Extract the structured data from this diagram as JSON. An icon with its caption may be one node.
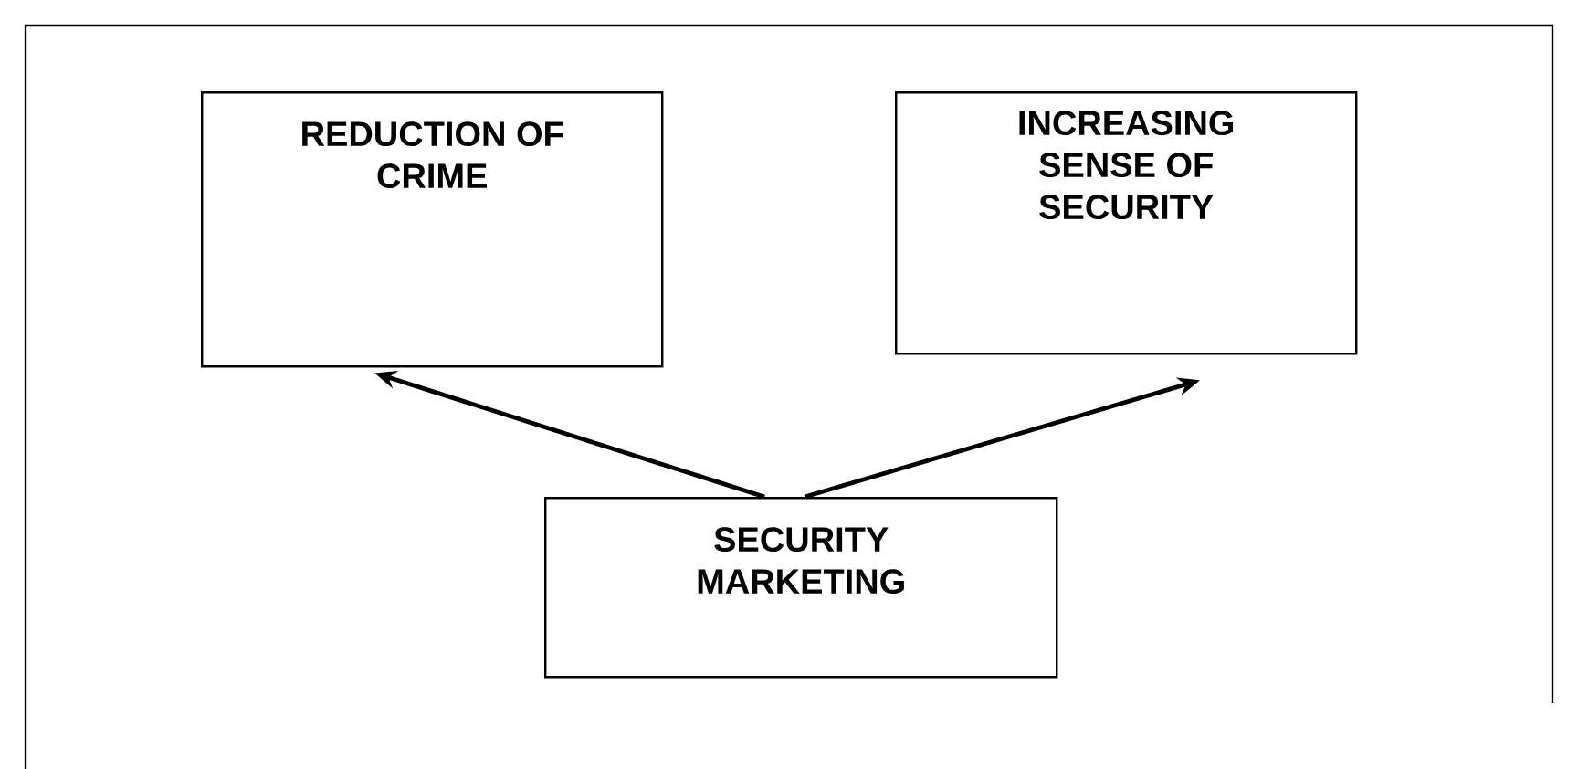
{
  "diagram": {
    "nodes": [
      {
        "text": [
          "REDUCTION OF CRIME"
        ]
      },
      {
        "text": [
          "INCREASING SENSE OF SECURITY"
        ]
      },
      {
        "text": [
          "SECURITY MARKETING"
        ]
      }
    ],
    "edges": [
      {
        "from": 2,
        "to": 0,
        "arrow": "to"
      },
      {
        "from": 2,
        "to": 1,
        "arrow": "to"
      }
    ]
  }
}
